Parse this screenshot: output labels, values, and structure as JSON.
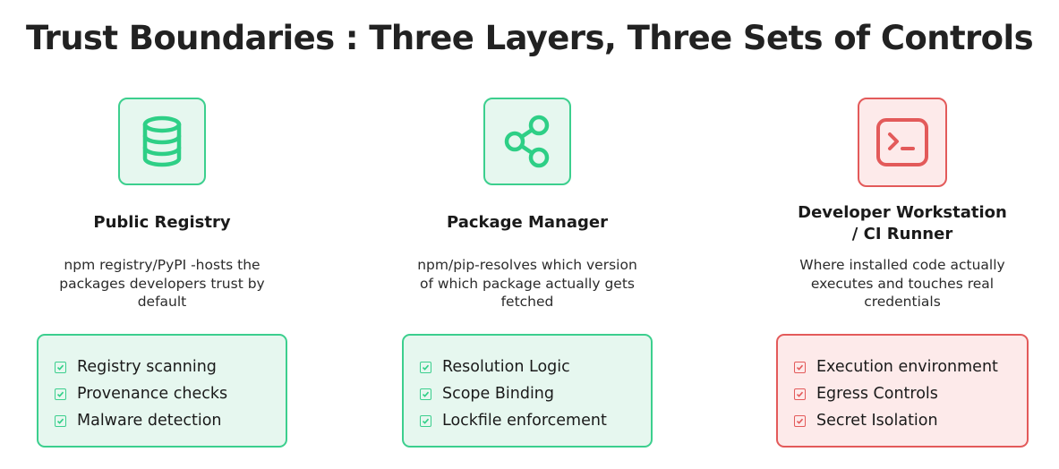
{
  "title": "Trust Boundaries : Three Layers, Three Sets of Controls",
  "colors": {
    "green_accent": "#3ccf8e",
    "green_bg": "#e6f7ef",
    "red_accent": "#e35a5a",
    "red_bg": "#fdeaea"
  },
  "columns": [
    {
      "icon": "database-icon",
      "title_lines": [
        "Public Registry"
      ],
      "desc_lines": [
        "npm registry/PyPI -hosts the",
        "packages developers trust by",
        "default"
      ],
      "controls": [
        "Registry scanning",
        "Provenance checks",
        "Malware detection"
      ]
    },
    {
      "icon": "share-icon",
      "title_lines": [
        "Package Manager"
      ],
      "desc_lines": [
        "npm/pip-resolves which version",
        "of which package actually gets",
        "fetched"
      ],
      "controls": [
        "Resolution Logic",
        "Scope Binding",
        "Lockfile enforcement"
      ]
    },
    {
      "icon": "terminal-icon",
      "title_lines": [
        "Developer Workstation",
        "/ CI Runner"
      ],
      "desc_lines": [
        "Where installed code actually",
        "executes and touches real",
        "credentials"
      ],
      "controls": [
        "Execution environment",
        "Egress Controls",
        "Secret Isolation"
      ]
    }
  ]
}
